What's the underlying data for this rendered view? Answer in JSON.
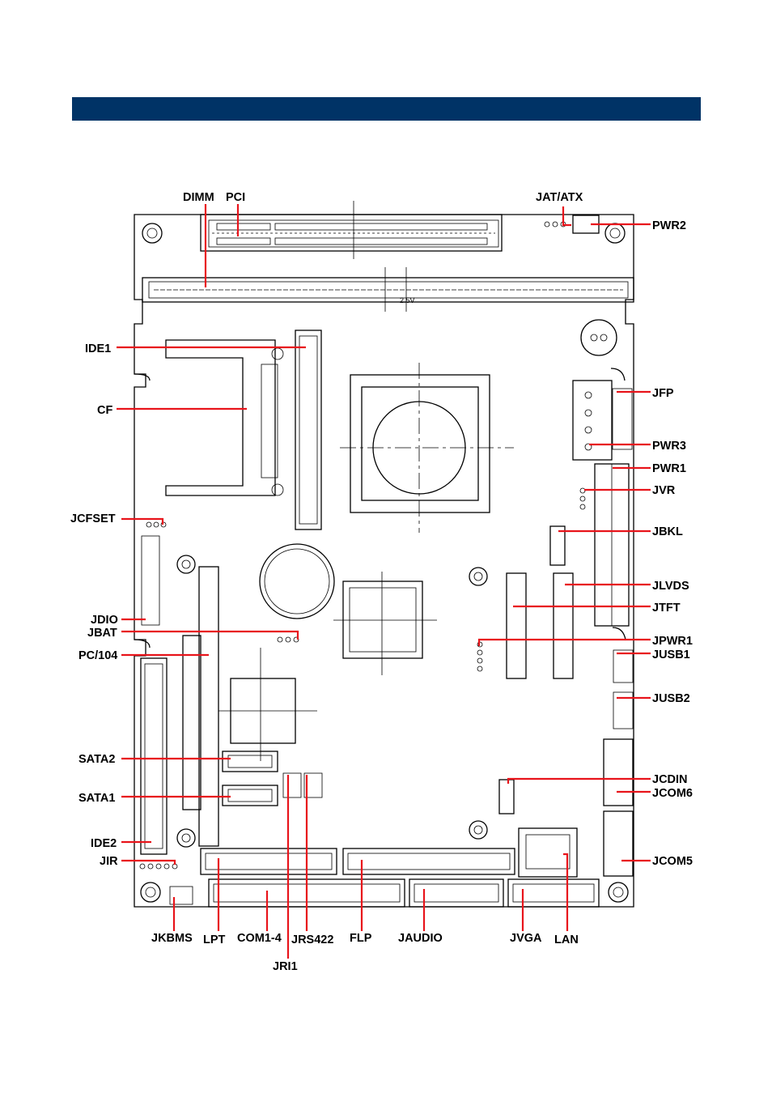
{
  "header": {
    "color": "#003366"
  },
  "colors": {
    "leader": "#e8141b"
  },
  "labels": {
    "dimm": "DIMM",
    "pci": "PCI",
    "jat_atx": "JAT/ATX",
    "pwr2": "PWR2",
    "ide1": "IDE1",
    "cf": "CF",
    "jfp": "JFP",
    "pwr3": "PWR3",
    "pwr1": "PWR1",
    "jvr": "JVR",
    "jcfset": "JCFSET",
    "jbkl": "JBKL",
    "jlvds": "JLVDS",
    "jtft": "JTFT",
    "jdio": "JDIO",
    "jbat": "JBAT",
    "jpwr1": "JPWR1",
    "pc104": "PC/104",
    "jusb1": "JUSB1",
    "jusb2": "JUSB2",
    "sata2": "SATA2",
    "jcdin": "JCDIN",
    "jcom6": "JCOM6",
    "sata1": "SATA1",
    "ide2": "IDE2",
    "jir": "JIR",
    "jcom5": "JCOM5",
    "jkbms": "JKBMS",
    "lpt": "LPT",
    "com1_4": "COM1-4",
    "jrs422": "JRS422",
    "flp": "FLP",
    "jaudio": "JAUDIO",
    "jvga": "JVGA",
    "lan": "LAN",
    "jri1": "JRI1",
    "dimm_voltage": "2.5V"
  }
}
